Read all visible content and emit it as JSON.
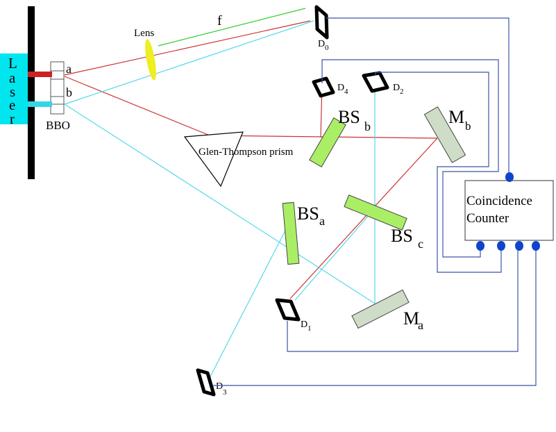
{
  "labels": {
    "laser": "Laser",
    "laser_chars": [
      "L",
      "a",
      "s",
      "e",
      "r"
    ],
    "bbo": "BBO",
    "beam_a": "a",
    "beam_b": "b",
    "lens": "Lens",
    "focal": "f",
    "prism": "Glen-Thompson prism",
    "counter_line1": "Coincidence",
    "counter_line2": "Counter",
    "d0": {
      "main": "D",
      "sub": "0"
    },
    "d1": {
      "main": "D",
      "sub": "1"
    },
    "d2": {
      "main": "D",
      "sub": "2"
    },
    "d3": {
      "main": "D",
      "sub": "3"
    },
    "d4": {
      "main": "D",
      "sub": "4"
    },
    "bsa": {
      "main": "BS",
      "sub": "a"
    },
    "bsb": {
      "main": "BS",
      "sub": "b"
    },
    "bsc": {
      "main": "BS",
      "sub": "c"
    },
    "ma": {
      "main": "M",
      "sub": "a"
    },
    "mb": {
      "main": "M",
      "sub": "b"
    }
  },
  "colors": {
    "background": "#ffffff",
    "laser_box": "#00e5ee",
    "beam_a": "#cc2222",
    "beam_b": "#33d6e6",
    "red_line": "#cc3333",
    "cyan_line": "#55d8e8",
    "lens": "#eeee22",
    "focal_line": "#33cc33",
    "beamsplitter": "#aaee66",
    "mirror": "#cfdcc8",
    "detector": "#000000",
    "wire": "#3a55a8",
    "connector": "#1144cc",
    "rail": "#000000"
  }
}
